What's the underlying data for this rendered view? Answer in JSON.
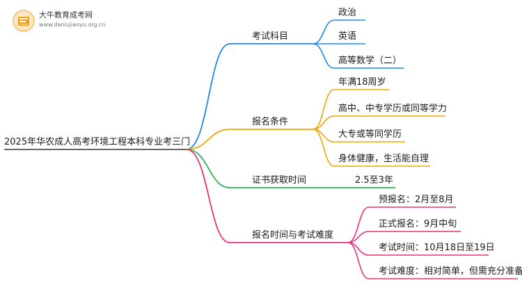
{
  "logo": {
    "title": "大牛教育成考网",
    "url": "www.daniujiaoyu.org.cn"
  },
  "root": "2025年华农成人高考环境工程本科专业考三门",
  "branches": [
    {
      "label": "考试科目",
      "color": "#1e88e5",
      "children": [
        "政治",
        "英语",
        "高等数学（二）"
      ]
    },
    {
      "label": "报名条件",
      "color": "#f2a500",
      "children": [
        "年满18周岁",
        "高中、中专学历或同等学力",
        "大专或等同学历",
        "身体健康，生活能自理"
      ]
    },
    {
      "label": "证书获取时间",
      "color": "#2db35a",
      "children": [
        "2.5至3年"
      ]
    },
    {
      "label": "报名时间与考试难度",
      "color": "#e6337a",
      "children": [
        "预报名：2月至8月",
        "正式报名：9月中旬",
        "考试时间：10月18日至19日",
        "考试难度：相对简单，但需充分准备"
      ]
    }
  ]
}
